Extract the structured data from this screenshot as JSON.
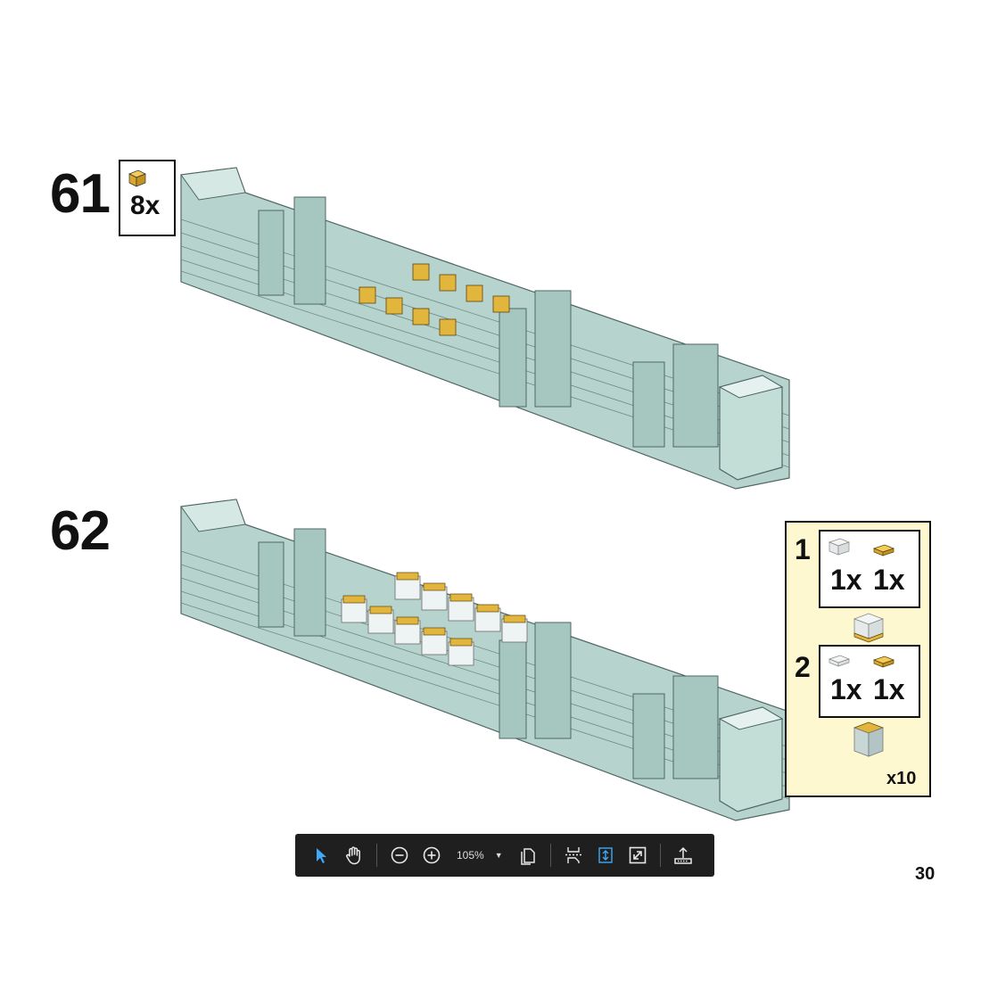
{
  "page": {
    "number": "30"
  },
  "steps": [
    {
      "number": "61",
      "parts_qty": "8x"
    },
    {
      "number": "62"
    }
  ],
  "subassembly": {
    "multiplier": "x10",
    "substeps": [
      {
        "number": "1",
        "qty_a": "1x",
        "qty_b": "1x"
      },
      {
        "number": "2",
        "qty_a": "1x",
        "qty_b": "1x"
      }
    ]
  },
  "toolbar": {
    "zoom_level": "105%",
    "tools": [
      "select-icon",
      "hand-icon",
      "zoom-out-icon",
      "zoom-in-icon",
      "page-view-icon",
      "fit-width-icon",
      "fit-page-icon",
      "fullscreen-icon",
      "export-icon"
    ],
    "active_tool": "fit-page-icon"
  },
  "colors": {
    "wall": "#b7d3cd",
    "wall_dark": "#8fb3ab",
    "tile_gold": "#e2b53c",
    "transparent_white": "#eef3f3",
    "panel_bg": "#fdf8d0",
    "toolbar_bg": "#1f1f1f",
    "accent": "#3fa9f5"
  }
}
